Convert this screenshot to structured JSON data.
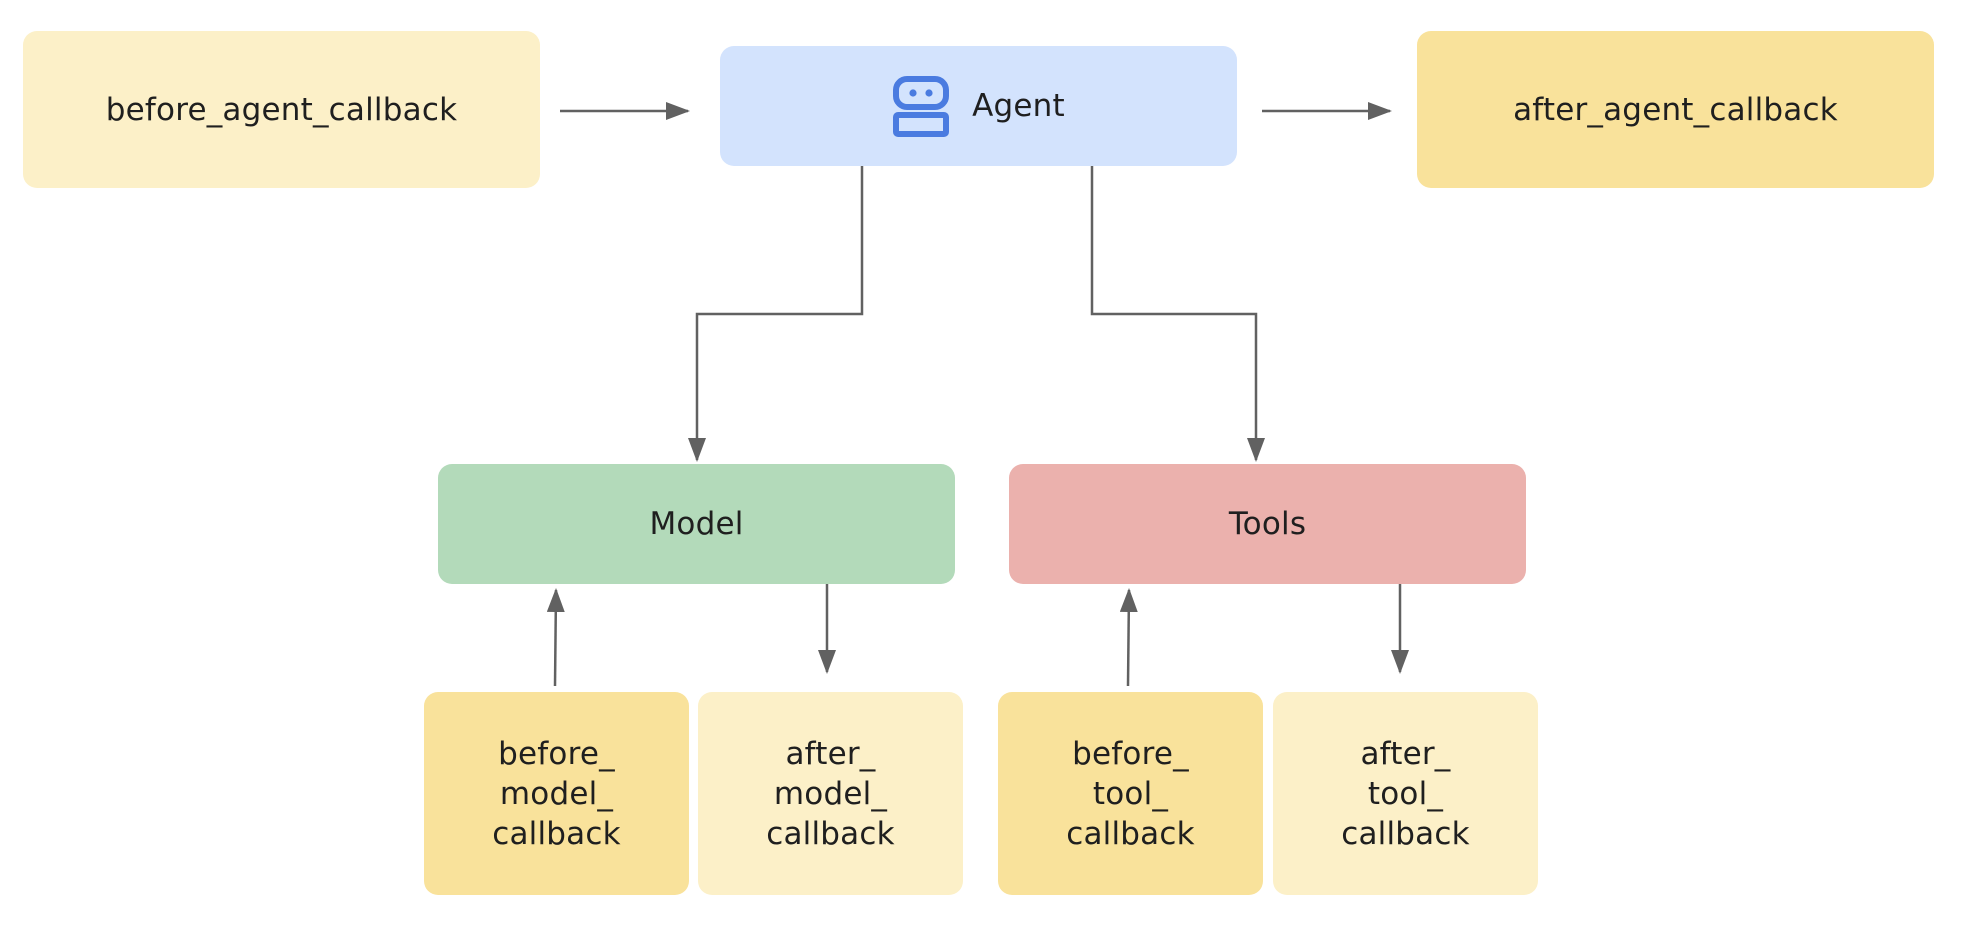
{
  "nodes": {
    "before_agent": {
      "lines": [
        "before_agent_callback"
      ],
      "color": "#FCF0C8"
    },
    "agent": {
      "lines": [
        "Agent"
      ],
      "color": "#D3E3FD",
      "icon": "robot-icon",
      "icon_color": "#4A7BE0"
    },
    "after_agent": {
      "lines": [
        "after_agent_callback"
      ],
      "color": "#F9E29B"
    },
    "model": {
      "lines": [
        "Model"
      ],
      "color": "#B3DABA"
    },
    "tools": {
      "lines": [
        "Tools"
      ],
      "color": "#EBB1AD"
    },
    "before_model": {
      "lines": [
        "before_",
        "model_",
        "callback"
      ],
      "color": "#F9E29B"
    },
    "after_model": {
      "lines": [
        "after_",
        "model_",
        "callback"
      ],
      "color": "#FCF0C8"
    },
    "before_tool": {
      "lines": [
        "before_",
        "tool_",
        "callback"
      ],
      "color": "#F9E29B"
    },
    "after_tool": {
      "lines": [
        "after_",
        "tool_",
        "callback"
      ],
      "color": "#FCF0C8"
    }
  },
  "edges": [
    {
      "from": "before_agent",
      "to": "agent"
    },
    {
      "from": "agent",
      "to": "after_agent"
    },
    {
      "from": "agent",
      "to": "model"
    },
    {
      "from": "agent",
      "to": "tools"
    },
    {
      "from": "before_model",
      "to": "model"
    },
    {
      "from": "model",
      "to": "after_model"
    },
    {
      "from": "before_tool",
      "to": "tools"
    },
    {
      "from": "tools",
      "to": "after_tool"
    }
  ],
  "colors": {
    "arrow": "#616161",
    "text": "#1F1F1F"
  }
}
